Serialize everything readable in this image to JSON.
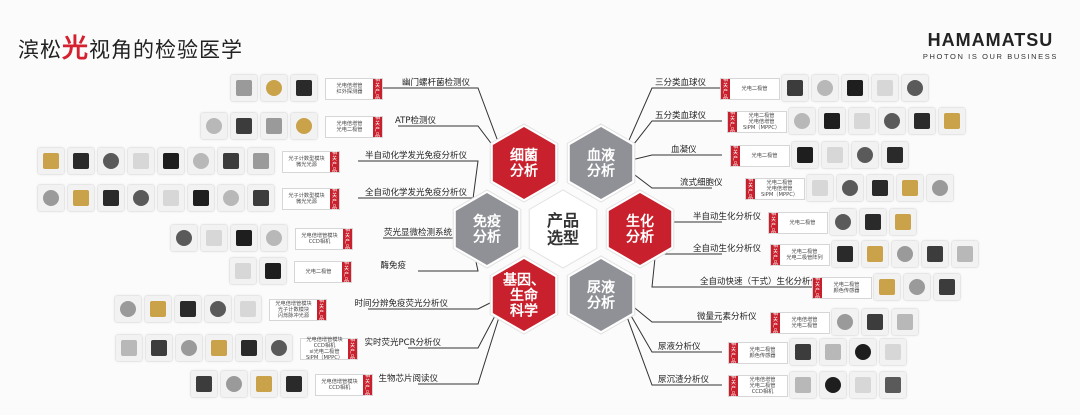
{
  "header": {
    "title_pre": "滨松",
    "title_highlight": "光",
    "title_post": "视角的检验医学",
    "brand_name": "HAMAMATSU",
    "brand_tagline": "PHOTON IS OUR BUSINESS"
  },
  "colors": {
    "red": "#c8202c",
    "gray": "#8f9196",
    "dark_gray": "#6b6d72",
    "line": "#333333"
  },
  "hexagons": [
    {
      "id": "bacteria",
      "line1": "细菌",
      "line2": "分析",
      "color": "red"
    },
    {
      "id": "blood",
      "line1": "血液",
      "line2": "分析",
      "color": "gray"
    },
    {
      "id": "immune",
      "line1": "免疫",
      "line2": "分析",
      "color": "gray"
    },
    {
      "id": "center",
      "line1": "产品",
      "line2": "选型",
      "color": "white"
    },
    {
      "id": "biochem",
      "line1": "生化",
      "line2": "分析",
      "color": "red"
    },
    {
      "id": "gene",
      "line1": "基因、",
      "line2": "生命",
      "line3": "科学",
      "color": "red"
    },
    {
      "id": "urine",
      "line1": "尿液",
      "line2": "分析",
      "color": "gray"
    }
  ],
  "left_items": [
    {
      "label": "幽门螺杆菌检测仪",
      "tag": "光电倍增管\n红外探测器",
      "products": 3
    },
    {
      "label": "ATP检测仪",
      "tag": "光电倍增管\n光电二极管",
      "products": 4
    },
    {
      "label": "半自动化学发光免疫分析仪",
      "tag": "光子计数型模块\n微光光源",
      "products": 8
    },
    {
      "label": "全自动化学发光免疫分析仪",
      "tag": "光子计数型模块\n微光光源",
      "products": 8
    },
    {
      "label": "荧光显微检测系统",
      "tag": "光电倍增管模块\nCCD相机",
      "products": 4
    },
    {
      "label": "酶免疫",
      "tag": "光电二极管",
      "products": 2
    },
    {
      "label": "时间分辨免疫荧光分析仪",
      "tag": "光电倍增管模块\n光子计数模块\n闪烁脉冲光源",
      "products": 5
    },
    {
      "label": "实时荧光PCR分析仪",
      "tag": "光电倍增管模块\nCCD相机\nsi光电二极管\nSiPM（MPPC）",
      "products": 6
    },
    {
      "label": "生物芯片阅读仪",
      "tag": "光电倍增管模块\nCCD相机",
      "products": 4
    }
  ],
  "right_items": [
    {
      "label": "三分类血球仪",
      "tag": "光电二极管",
      "products": 5
    },
    {
      "label": "五分类血球仪",
      "tag": "光电二极管\n光电倍增管\nSiPM（MPPC）",
      "products": 6
    },
    {
      "label": "血凝仪",
      "tag": "光电二极管",
      "products": 4
    },
    {
      "label": "流式细胞仪",
      "tag": "光电二极管\n光电倍增管\nSiPM（MPPC）",
      "products": 5
    },
    {
      "label": "半自动生化分析仪",
      "tag": "光电二极管",
      "products": 3
    },
    {
      "label": "全自动生化分析仪",
      "tag": "光电二极管\n光电二极管阵列",
      "products": 5
    },
    {
      "label": "全自动快速（干式）生化分析仪",
      "tag": "光电二极管\n颜色传感器",
      "products": 3
    },
    {
      "label": "微量元素分析仪",
      "tag": "光电倍增管\n光电二极管",
      "products": 3
    },
    {
      "label": "尿液分析仪",
      "tag": "光电二极管\n颜色传感器",
      "products": 4
    },
    {
      "label": "尿沉渣分析仪",
      "tag": "光电倍增管\n光电二极管\nCCD相机",
      "products": 4
    }
  ],
  "badge_text": "相关产品"
}
